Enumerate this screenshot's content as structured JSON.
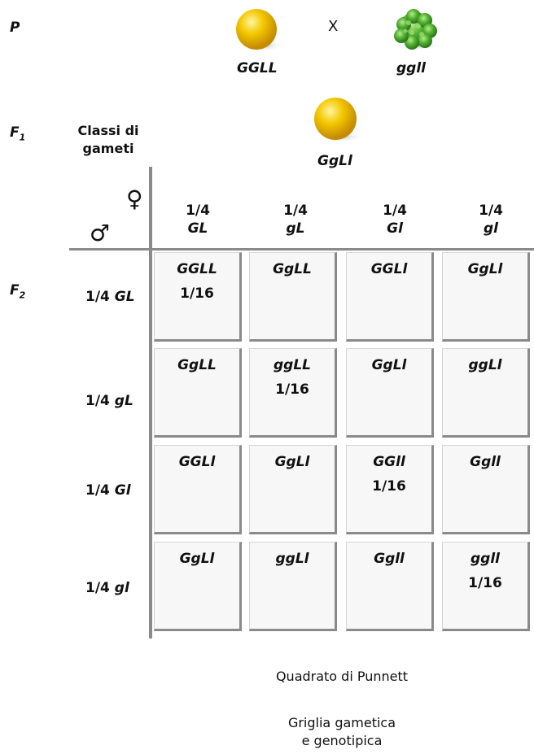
{
  "parents": {
    "generation_label": "P",
    "cross_symbol": "X",
    "left_genotype": "GGLL",
    "right_genotype": "ggll"
  },
  "f1": {
    "generation_label": "F",
    "generation_sub": "1",
    "genotype": "GgLl",
    "gamete_class_label_line1": "Classi di",
    "gamete_class_label_line2": "gameti"
  },
  "f2": {
    "generation_label": "F",
    "generation_sub": "2"
  },
  "symbols": {
    "female": "♀",
    "male": "♂"
  },
  "columns": [
    {
      "fraction": "1/4",
      "gamete": "GL"
    },
    {
      "fraction": "1/4",
      "gamete": "gL"
    },
    {
      "fraction": "1/4",
      "gamete": "Gl"
    },
    {
      "fraction": "1/4",
      "gamete": "gl"
    }
  ],
  "rows": [
    {
      "fraction": "1/4",
      "gamete": "GL"
    },
    {
      "fraction": "1/4",
      "gamete": "gL"
    },
    {
      "fraction": "1/4",
      "gamete": "Gl"
    },
    {
      "fraction": "1/4",
      "gamete": "gl"
    }
  ],
  "grid": [
    [
      {
        "g": "GGLL",
        "f": "1/16"
      },
      {
        "g": "GgLL",
        "f": ""
      },
      {
        "g": "GGLl",
        "f": ""
      },
      {
        "g": "GgLl",
        "f": ""
      }
    ],
    [
      {
        "g": "GgLL",
        "f": ""
      },
      {
        "g": "ggLL",
        "f": "1/16"
      },
      {
        "g": "GgLl",
        "f": ""
      },
      {
        "g": "ggLl",
        "f": ""
      }
    ],
    [
      {
        "g": "GGLl",
        "f": ""
      },
      {
        "g": "GgLl",
        "f": ""
      },
      {
        "g": "GGll",
        "f": "1/16"
      },
      {
        "g": "Ggll",
        "f": ""
      }
    ],
    [
      {
        "g": "GgLl",
        "f": ""
      },
      {
        "g": "ggLl",
        "f": ""
      },
      {
        "g": "Ggll",
        "f": ""
      },
      {
        "g": "ggll",
        "f": "1/16"
      }
    ]
  ],
  "captions": {
    "title": "Quadrato di Punnett",
    "subtitle_line1": "Griglia gametica",
    "subtitle_line2": "e genotipica"
  },
  "colors": {
    "yellow_pea": "#f2c200",
    "green_pea": "#4fb030",
    "grid_shadow": "#8a8a8a",
    "grid_bg": "#f7f7f7"
  }
}
